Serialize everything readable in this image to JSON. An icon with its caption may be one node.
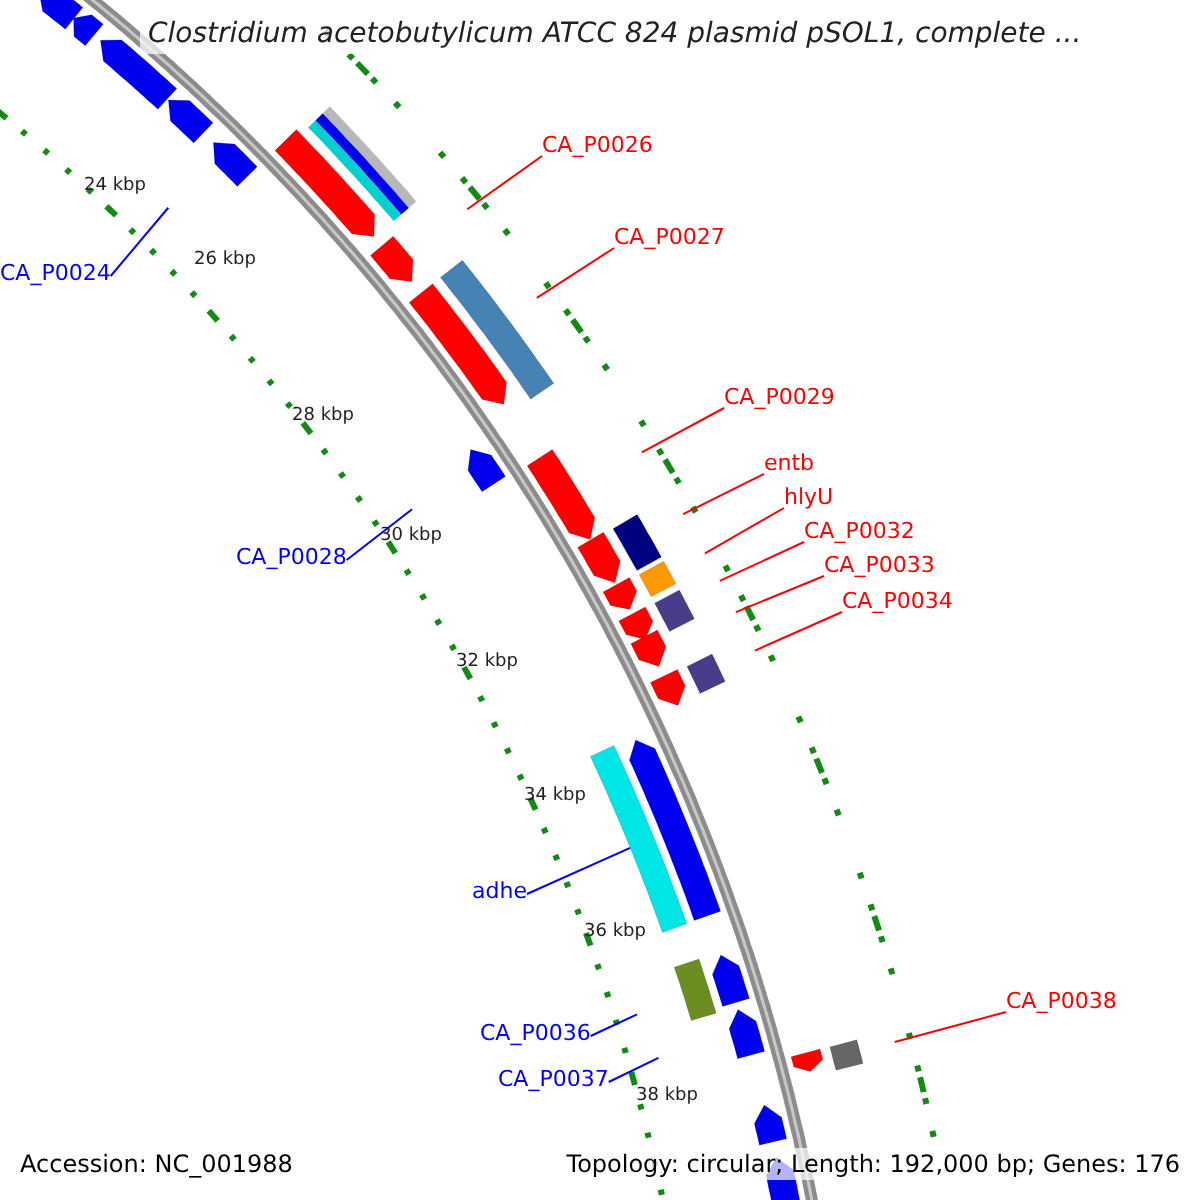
{
  "diagram": {
    "title": "Clostridium acetobutylicum ATCC 824 plasmid pSOL1, complete ...",
    "nodes": [
      {
        "text": [
          "CA_P0026"
        ]
      },
      {
        "text": [
          "CA_P0027"
        ]
      },
      {
        "text": [
          "CA_P0024"
        ]
      },
      {
        "text": [
          "CA_P0029"
        ]
      },
      {
        "text": [
          "entb"
        ]
      },
      {
        "text": [
          "hlyU"
        ]
      },
      {
        "text": [
          "CA_P0032"
        ]
      },
      {
        "text": [
          "CA_P0028"
        ]
      },
      {
        "text": [
          "CA_P0033"
        ]
      },
      {
        "text": [
          "CA_P0034"
        ]
      },
      {
        "text": [
          "adhe"
        ]
      },
      {
        "text": [
          "CA_P0038"
        ]
      },
      {
        "text": [
          "CA_P0036"
        ]
      },
      {
        "text": [
          "CA_P0037"
        ]
      },
      {
        "text": [],
        "shape": "bar"
      }
    ],
    "edges": [
      {
        "from": 0,
        "to": null,
        "arrow": "none"
      },
      {
        "from": 1,
        "to": null,
        "arrow": "none"
      },
      {
        "from": 2,
        "to": null,
        "arrow": "none",
        "color": "#0000ff"
      },
      {
        "from": 3,
        "to": null,
        "arrow": "none"
      },
      {
        "from": 4,
        "to": null,
        "arrow": "none"
      },
      {
        "from": 5,
        "to": null,
        "arrow": "none"
      },
      {
        "from": 6,
        "to": null,
        "arrow": "none"
      },
      {
        "from": 7,
        "to": null,
        "arrow": "none",
        "color": "#0000ff"
      },
      {
        "from": 8,
        "to": null,
        "arrow": "none"
      },
      {
        "from": 9,
        "to": null,
        "arrow": "none"
      },
      {
        "from": 10,
        "to": 14,
        "arrow": "none",
        "color": "#0000ff"
      },
      {
        "from": 11,
        "to": null,
        "arrow": "none"
      },
      {
        "from": 12,
        "to": null,
        "arrow": "none",
        "color": "#0000ff"
      },
      {
        "from": 13,
        "to": null,
        "arrow": "none",
        "color": "#0000ff"
      }
    ],
    "labels": [
      "24 kbp",
      "26 kbp",
      "28 kbp",
      "30 kbp",
      "32 kbp",
      "34 kbp",
      "36 kbp",
      "38 kbp",
      "Accession: NC_001988",
      "Topology: circular; Length: 192,000 bp; Genes: 176"
    ]
  }
}
